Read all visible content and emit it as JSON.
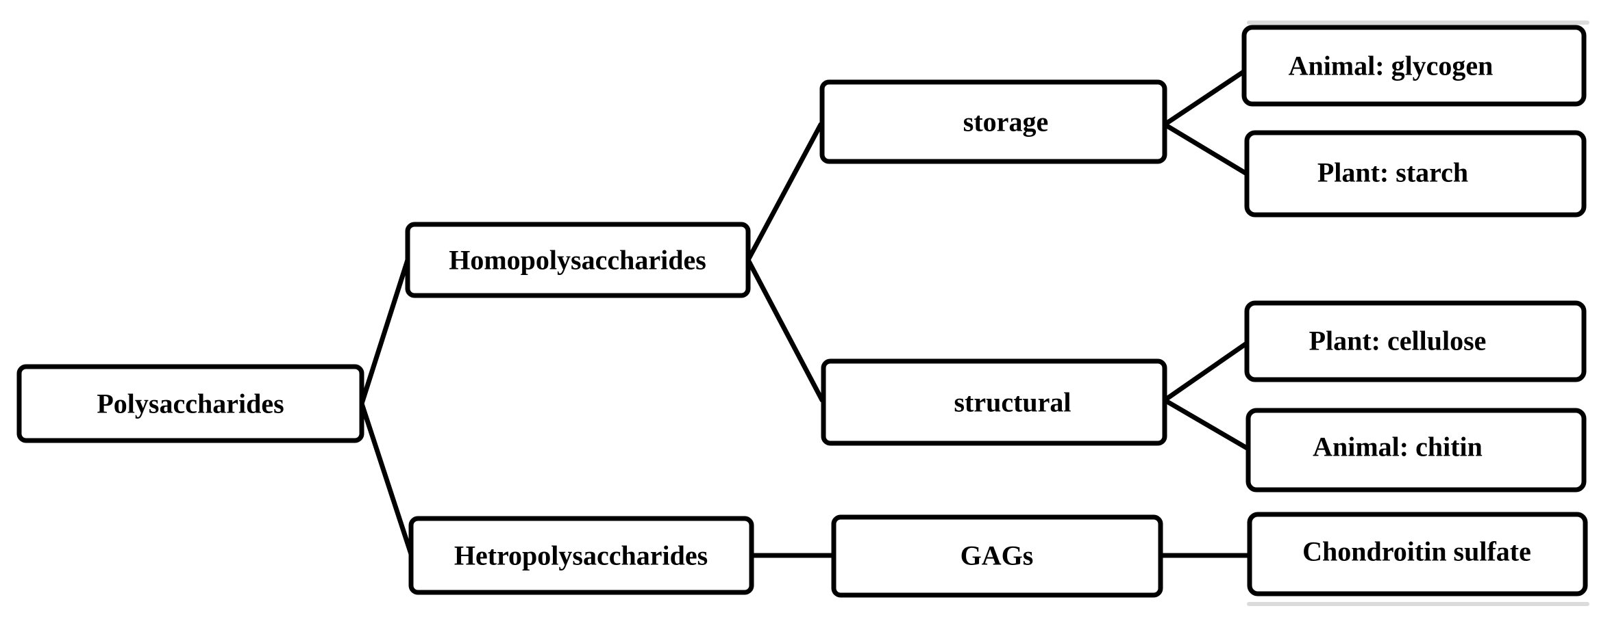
{
  "diagram": {
    "nodes": {
      "polysaccharides": "Polysaccharides",
      "homopolysaccharides": "Homopolysaccharides",
      "hetropolysaccharides": "Hetropolysaccharides",
      "storage": "storage",
      "structural": "structural",
      "gags": "GAGs",
      "animal_glycogen": "Animal: glycogen",
      "plant_starch": "Plant: starch",
      "plant_cellulose": "Plant: cellulose",
      "animal_chitin": "Animal: chitin",
      "chondroitin_sulfate": "Chondroitin sulfate"
    },
    "edges": [
      [
        "polysaccharides",
        "homopolysaccharides"
      ],
      [
        "polysaccharides",
        "hetropolysaccharides"
      ],
      [
        "homopolysaccharides",
        "storage"
      ],
      [
        "homopolysaccharides",
        "structural"
      ],
      [
        "storage",
        "animal_glycogen"
      ],
      [
        "storage",
        "plant_starch"
      ],
      [
        "structural",
        "plant_cellulose"
      ],
      [
        "structural",
        "animal_chitin"
      ],
      [
        "hetropolysaccharides",
        "gags"
      ],
      [
        "gags",
        "chondroitin_sulfate"
      ]
    ]
  }
}
